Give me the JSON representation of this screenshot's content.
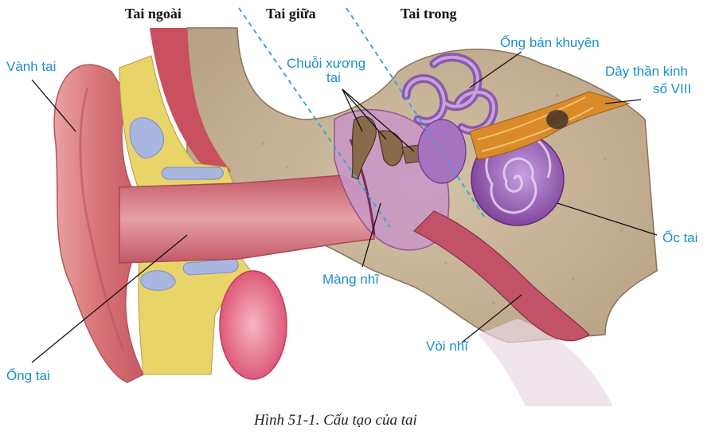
{
  "headers": {
    "outer": "Tai ngoài",
    "middle": "Tai giữa",
    "inner": "Tai trong"
  },
  "labels": {
    "vanh_tai": "Vành tai",
    "chuoi_xuong_line1": "Chuỗi xương",
    "chuoi_xuong_line2": "tai",
    "ong_ban_khuyen": "Ống bán khuyên",
    "day_than_kinh_line1": "Dây thần kinh",
    "day_than_kinh_line2": "số VIII",
    "oc_tai": "Ốc tai",
    "mang_nhi": "Màng nhĩ",
    "voi_nhi": "Vòi nhĩ",
    "ong_tai": "Ống tai"
  },
  "caption": "Hình 51-1. Cấu tạo của tai",
  "colors": {
    "label": "#1a8fd0",
    "skin": "#d9777a",
    "bone": "#c9b59a",
    "cartilage": "#e8d35a",
    "purple": "#9b62b5",
    "nerve": "#d98a2a"
  }
}
